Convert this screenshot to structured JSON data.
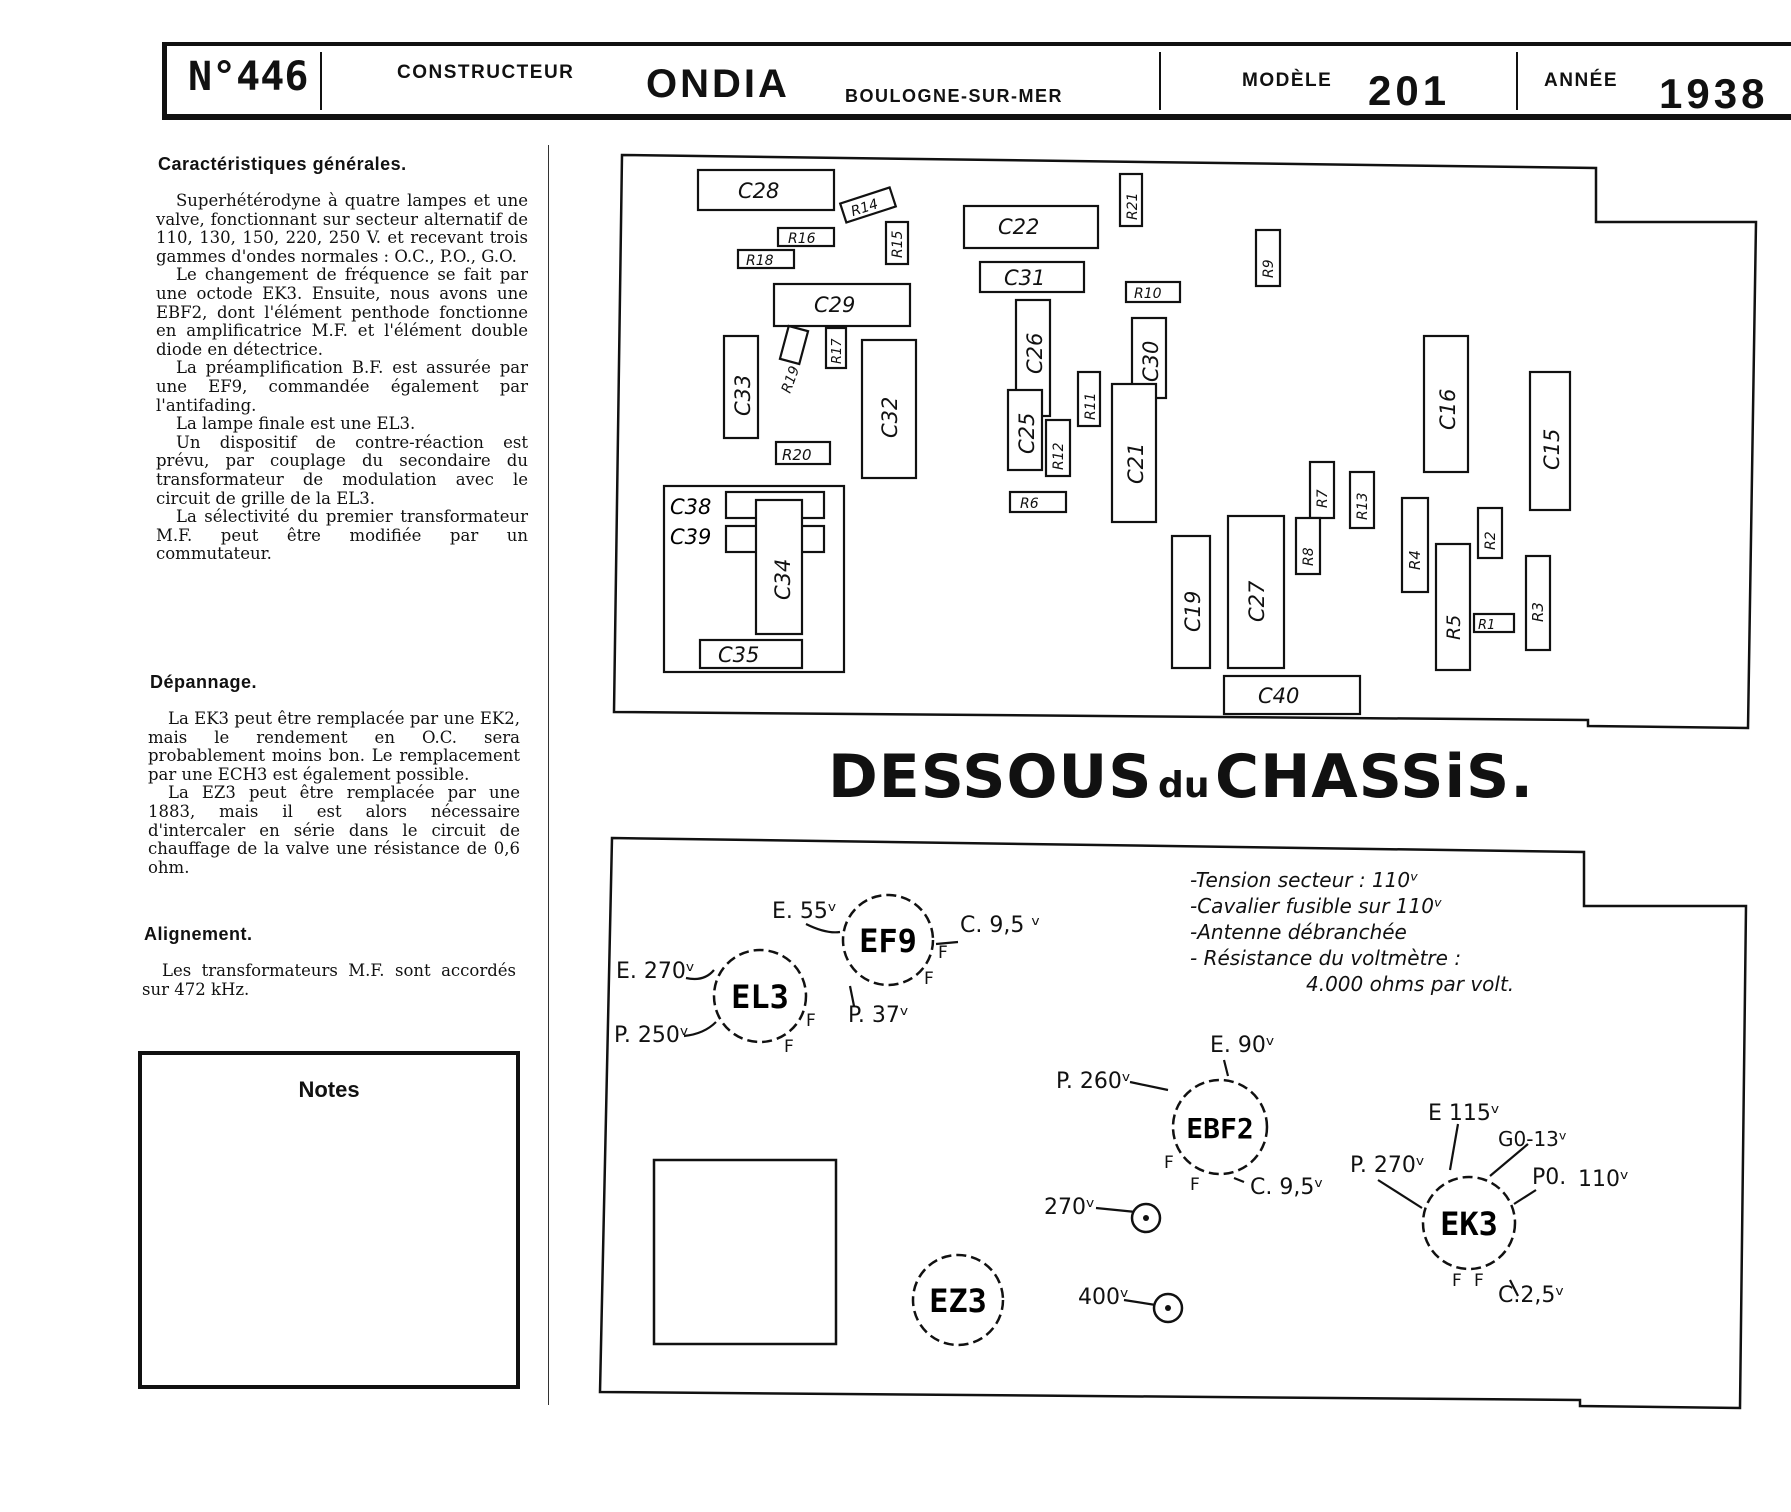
{
  "header": {
    "number": "N°446",
    "constructeur_label": "CONSTRUCTEUR",
    "constructeur": "ONDIA",
    "city": "BOULOGNE-SUR-MER",
    "modele_label": "MODÈLE",
    "modele": "201",
    "annee_label": "ANNÉE",
    "annee": "1938"
  },
  "sections": {
    "caracteristiques": {
      "title": "Caractéristiques générales.",
      "paragraphs": [
        "Superhétérodyne à quatre lampes et une valve, fonctionnant sur secteur alternatif de 110, 130, 150, 220, 250 V. et recevant trois gammes d'ondes normales : O.C., P.O., G.O.",
        "Le changement de fréquence se fait par une octode EK3. Ensuite, nous avons une EBF2, dont l'élément penthode fonctionne en amplificatrice M.F. et l'élément double diode en détectrice.",
        "La préamplification B.F. est assurée par une EF9, commandée également par l'antifading.",
        "La lampe finale est une EL3.",
        "Un dispositif de contre-réaction est prévu, par couplage du secondaire du transformateur de modulation avec le circuit de grille de la EL3.",
        "La sélectivité du premier transformateur M.F. peut être modifiée par un commutateur."
      ]
    },
    "depannage": {
      "title": "Dépannage.",
      "paragraphs": [
        "La EK3 peut être remplacée par une EK2, mais le rendement en O.C. sera probablement moins bon. Le remplacement par une ECH3 est également possible.",
        "La EZ3 peut être remplacée par une 1883, mais il est alors nécessaire d'intercaler en série dans le circuit de chauffage de la valve une résistance de 0,6 ohm."
      ]
    },
    "alignement": {
      "title": "Alignement.",
      "paragraphs": [
        "Les transformateurs M.F. sont accordés sur 472 kHz."
      ]
    }
  },
  "notes_label": "Notes",
  "chassis_title": {
    "word1": "DESSOUS",
    "word2": "du",
    "word3": "CHASSiS."
  },
  "components": {
    "C28": "C28",
    "R14": "R14",
    "R16": "R16",
    "R15": "R15",
    "R18": "R18",
    "C22": "C22",
    "R21": "R21",
    "C31": "C31",
    "R9": "R9",
    "R10": "R10",
    "C29": "C29",
    "R19": "R19",
    "R17": "R17",
    "C33": "C33",
    "C32": "C32",
    "C26": "C26",
    "C30": "C30",
    "R11": "R11",
    "C25": "C25",
    "R12": "R12",
    "C21": "C21",
    "C16": "C16",
    "C15": "C15",
    "R20": "R20",
    "R6": "R6",
    "R7": "R7",
    "R13": "R13",
    "R8": "R8",
    "R2": "R2",
    "R4": "R4",
    "C38": "C38",
    "C39": "C39",
    "C34": "C34",
    "C19": "C19",
    "C27": "C27",
    "R5": "R5",
    "R1": "R1",
    "R3": "R3",
    "C35": "C35",
    "C40": "C40"
  },
  "test_conditions": [
    "-Tension secteur : 110ᵛ",
    "-Cavalier fusible sur 110ᵛ",
    "-Antenne débranchée",
    "- Résistance du voltmètre :",
    "4.000 ohms par volt."
  ],
  "tubes": {
    "EL3": {
      "name": "EL3",
      "E": "E. 270ᵛ",
      "P": "P. 250ᵛ",
      "F": "F"
    },
    "EF9": {
      "name": "EF9",
      "E": "E. 55ᵛ",
      "C": "C. 9,5 ᵛ",
      "P": "P. 37ᵛ",
      "F": "F"
    },
    "EBF2": {
      "name": "EBF2",
      "E": "E. 90ᵛ",
      "P": "P. 260ᵛ",
      "C": "C. 9,5ᵛ",
      "F": "F"
    },
    "EK3": {
      "name": "EK3",
      "E": "E 115ᵛ",
      "GO": "G0-13ᵛ",
      "PO": "P0.",
      "PO_value": "110ᵛ",
      "P": "P. 270ᵛ",
      "C": "C.2,5ᵛ",
      "F": "F"
    },
    "EZ3": {
      "name": "EZ3"
    }
  },
  "terminals": {
    "t270": "270ᵛ",
    "t400": "400ᵛ"
  }
}
